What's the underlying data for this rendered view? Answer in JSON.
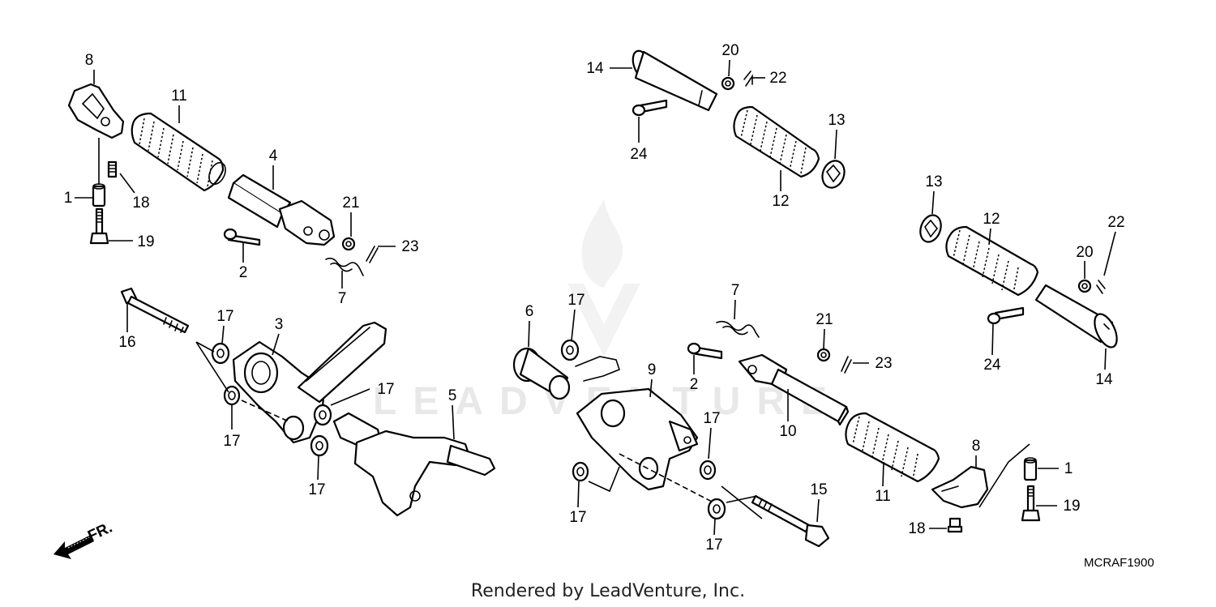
{
  "diagram": {
    "callouts": [
      {
        "id": "c8a",
        "text": "8"
      },
      {
        "id": "c11a",
        "text": "11"
      },
      {
        "id": "c4",
        "text": "4"
      },
      {
        "id": "c1a",
        "text": "1"
      },
      {
        "id": "c18a",
        "text": "18"
      },
      {
        "id": "c19a",
        "text": "19"
      },
      {
        "id": "c21a",
        "text": "21"
      },
      {
        "id": "c23a",
        "text": "23"
      },
      {
        "id": "c2a",
        "text": "2"
      },
      {
        "id": "c7a",
        "text": "7"
      },
      {
        "id": "c16",
        "text": "16"
      },
      {
        "id": "c17a",
        "text": "17"
      },
      {
        "id": "c3",
        "text": "3"
      },
      {
        "id": "c17b",
        "text": "17"
      },
      {
        "id": "c17c",
        "text": "17"
      },
      {
        "id": "c5",
        "text": "5"
      },
      {
        "id": "c17d",
        "text": "17"
      },
      {
        "id": "c14a",
        "text": "14"
      },
      {
        "id": "c20a",
        "text": "20"
      },
      {
        "id": "c22a",
        "text": "22"
      },
      {
        "id": "c24a",
        "text": "24"
      },
      {
        "id": "c13a",
        "text": "13"
      },
      {
        "id": "c12a",
        "text": "12"
      },
      {
        "id": "c13b",
        "text": "13"
      },
      {
        "id": "c12b",
        "text": "12"
      },
      {
        "id": "c22b",
        "text": "22"
      },
      {
        "id": "c20b",
        "text": "20"
      },
      {
        "id": "c24b",
        "text": "24"
      },
      {
        "id": "c14b",
        "text": "14"
      },
      {
        "id": "c6",
        "text": "6"
      },
      {
        "id": "c17e",
        "text": "17"
      },
      {
        "id": "c7b",
        "text": "7"
      },
      {
        "id": "c21b",
        "text": "21"
      },
      {
        "id": "c23b",
        "text": "23"
      },
      {
        "id": "c2b",
        "text": "2"
      },
      {
        "id": "c9",
        "text": "9"
      },
      {
        "id": "c17f",
        "text": "17"
      },
      {
        "id": "c10",
        "text": "10"
      },
      {
        "id": "c8b",
        "text": "8"
      },
      {
        "id": "c1b",
        "text": "1"
      },
      {
        "id": "c19b",
        "text": "19"
      },
      {
        "id": "c17g",
        "text": "17"
      },
      {
        "id": "c11b",
        "text": "11"
      },
      {
        "id": "c15",
        "text": "15"
      },
      {
        "id": "c18b",
        "text": "18"
      },
      {
        "id": "c17h",
        "text": "17"
      }
    ],
    "direction_label": "FR.",
    "diagram_code": "MCRAF1900"
  },
  "watermark": {
    "text": "LEADVENTURE"
  },
  "footer": {
    "credit": "Rendered by LeadVenture, Inc."
  }
}
